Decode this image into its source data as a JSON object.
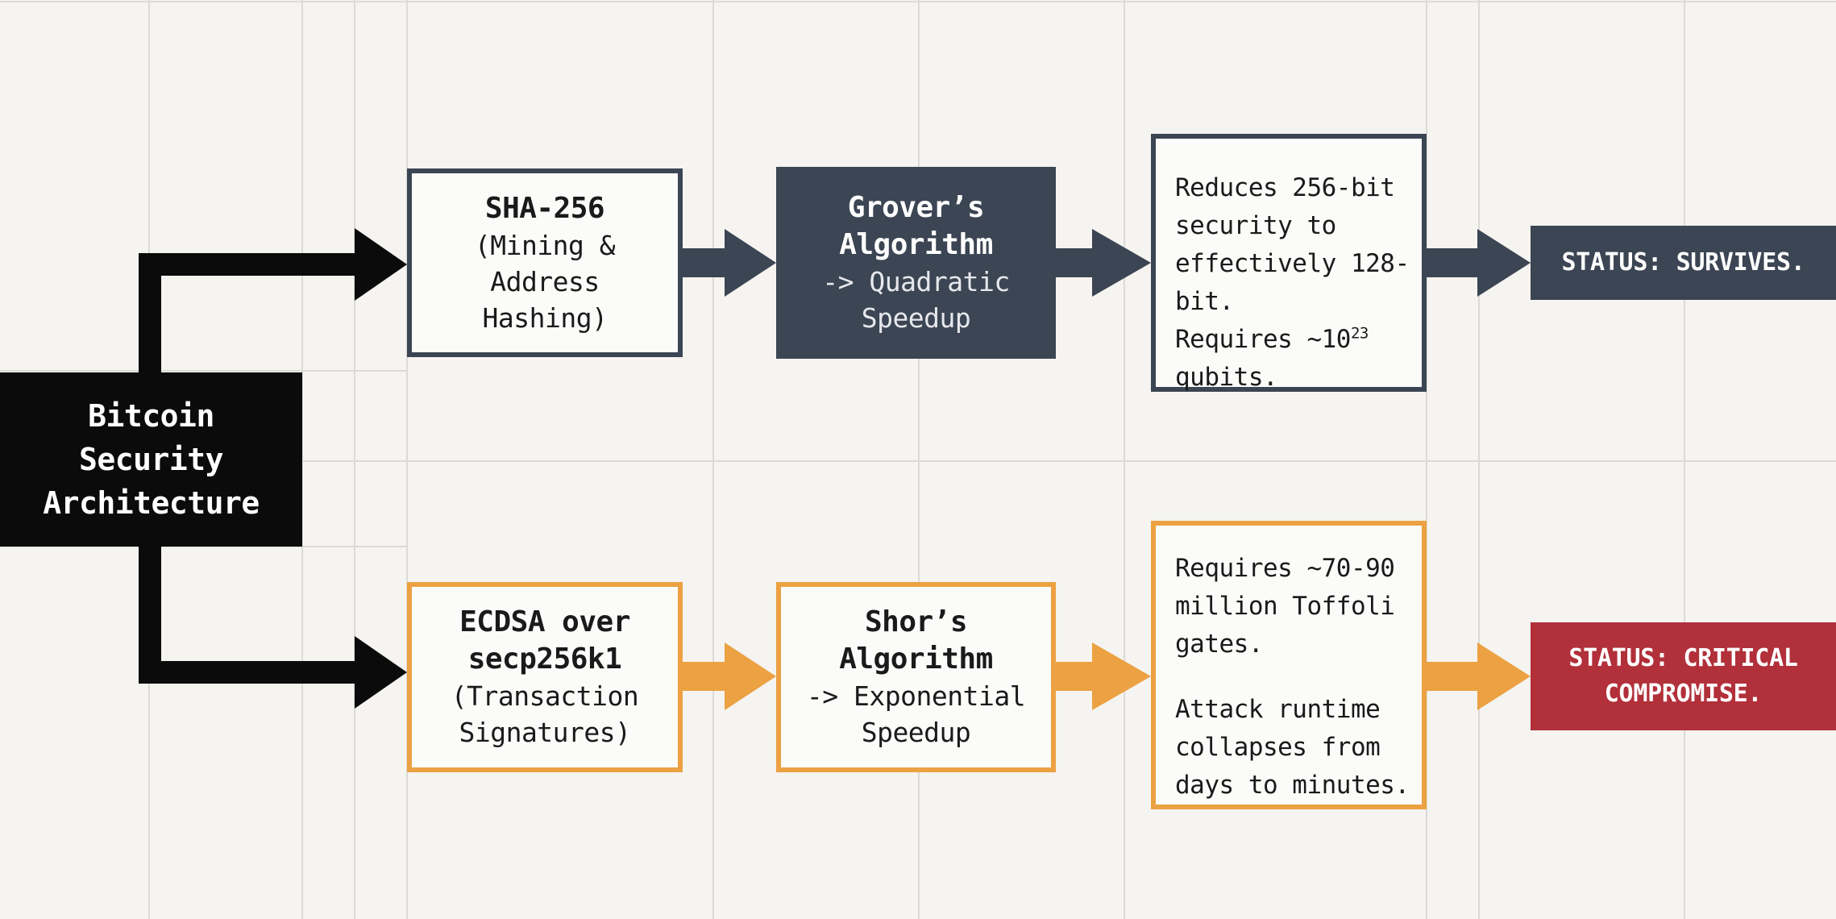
{
  "root": {
    "lines": [
      "Bitcoin",
      "Security",
      "Architecture"
    ]
  },
  "top_branch": {
    "primitive": {
      "title": "SHA-256",
      "sub": [
        "(Mining &",
        "Address",
        "Hashing)"
      ]
    },
    "algorithm": {
      "title": [
        "Grover’s",
        "Algorithm"
      ],
      "sub": [
        "-> Quadratic",
        "Speedup"
      ]
    },
    "impact": {
      "lines": [
        "Reduces 256-bit",
        "security to",
        "effectively 128-",
        "bit."
      ],
      "req_text": "Requires ~10",
      "req_exp": "23",
      "last": "qubits."
    },
    "status": {
      "lines": [
        "STATUS: SURVIVES."
      ]
    }
  },
  "bottom_branch": {
    "primitive": {
      "title": [
        "ECDSA over",
        "secp256k1"
      ],
      "sub": [
        "(Transaction",
        "Signatures)"
      ]
    },
    "algorithm": {
      "title": [
        "Shor’s",
        "Algorithm"
      ],
      "sub": [
        "-> Exponential",
        "Speedup"
      ]
    },
    "impact": {
      "lines": [
        "Requires ~70-90",
        "million Toffoli",
        "gates."
      ],
      "lines2": [
        "Attack runtime",
        "collapses from",
        "days to minutes."
      ]
    },
    "status": {
      "lines": [
        "STATUS: CRITICAL",
        "COMPROMISE."
      ]
    }
  },
  "colors": {
    "background": "#f5f4f1",
    "root": "#0b0b0b",
    "slate": "#3c4553",
    "orange": "#eca142",
    "critical": "#b1303a"
  }
}
